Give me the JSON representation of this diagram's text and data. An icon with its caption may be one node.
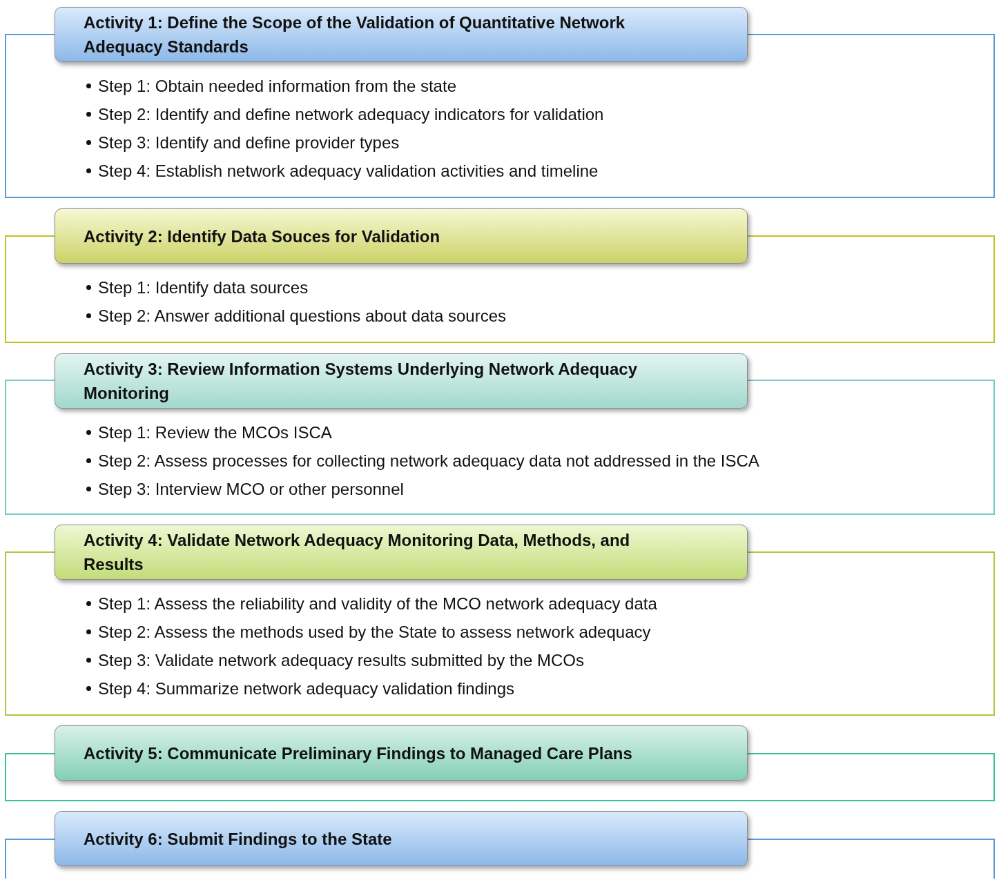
{
  "diagram": {
    "nodes": [
      {
        "text": [
          "Activity 1: Define the Scope of the Validation of Quantitative Network Adequacy Standards"
        ]
      },
      {
        "text": [
          "Step 1: Obtain needed information from the state",
          "Step 2: Identify and define network adequacy indicators for validation",
          "Step 3: Identify and define provider types",
          "Step 4: Establish network adequacy validation activities and timeline"
        ]
      },
      {
        "text": [
          "Activity 2: Identify Data Souces for Validation"
        ]
      },
      {
        "text": [
          "Step 1: Identify data sources",
          "Step 2: Answer additional questions about data sources"
        ]
      },
      {
        "text": [
          "Activity 3: Review Information Systems Underlying Network Adequacy Monitoring"
        ]
      },
      {
        "text": [
          "Step 1: Review the MCOs ISCA",
          "Step 2: Assess processes for collecting network adequacy data not addressed in the ISCA",
          "Step 3: Interview MCO or other personnel"
        ]
      },
      {
        "text": [
          "Activity 4: Validate Network Adequacy Monitoring Data, Methods, and Results"
        ]
      },
      {
        "text": [
          "Step 1: Assess the reliability and validity of the MCO network adequacy data",
          "Step 2: Assess the methods used by the State to assess network adequacy",
          "Step 3: Validate network adequacy results submitted by the MCOs",
          "Step 4: Summarize network adequacy validation findings"
        ]
      },
      {
        "text": [
          "Activity 5: Communicate Preliminary Findings to Managed Care Plans"
        ]
      },
      {
        "text": [],
        "shape": "box"
      },
      {
        "text": [
          "Activity 6: Submit Findings to the State"
        ]
      },
      {
        "text": [],
        "shape": "box"
      }
    ]
  }
}
